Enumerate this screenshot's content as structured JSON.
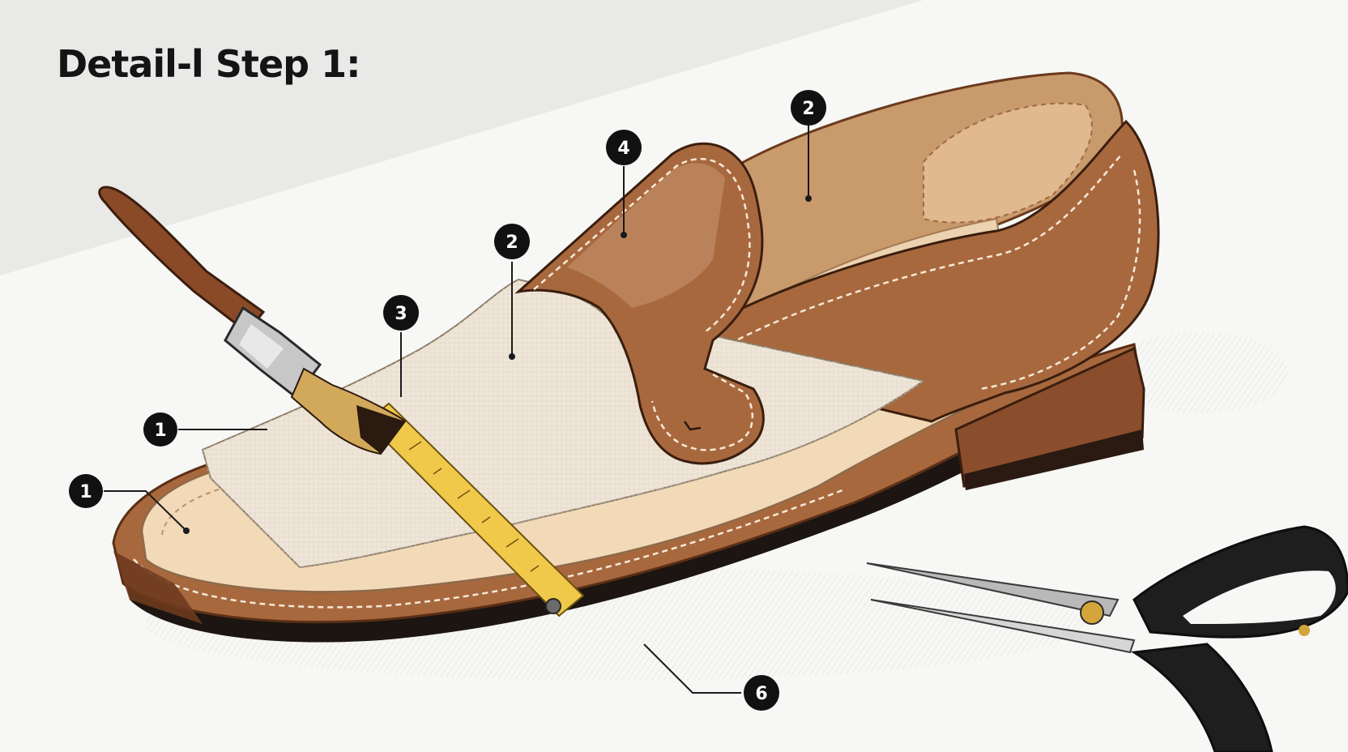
{
  "title": "Detail-l Step 1:",
  "callouts": [
    {
      "id": "c1a",
      "label": "1"
    },
    {
      "id": "c1b",
      "label": "1"
    },
    {
      "id": "c2a",
      "label": "2"
    },
    {
      "id": "c2b",
      "label": "2"
    },
    {
      "id": "c3",
      "label": "3"
    },
    {
      "id": "c4",
      "label": "4"
    },
    {
      "id": "c6",
      "label": "6"
    }
  ],
  "colors": {
    "leather": "#a8683e",
    "leather_dark": "#7a4222",
    "insole": "#f2d9b8",
    "fabric": "#efe6d9",
    "tape": "#f0c94a",
    "sole": "#1c1512",
    "heel": "#8a4e2c",
    "background_band": "#e9e9e7"
  },
  "icons": [
    "paint-brush-icon",
    "measuring-tape-icon",
    "scissors-icon"
  ]
}
